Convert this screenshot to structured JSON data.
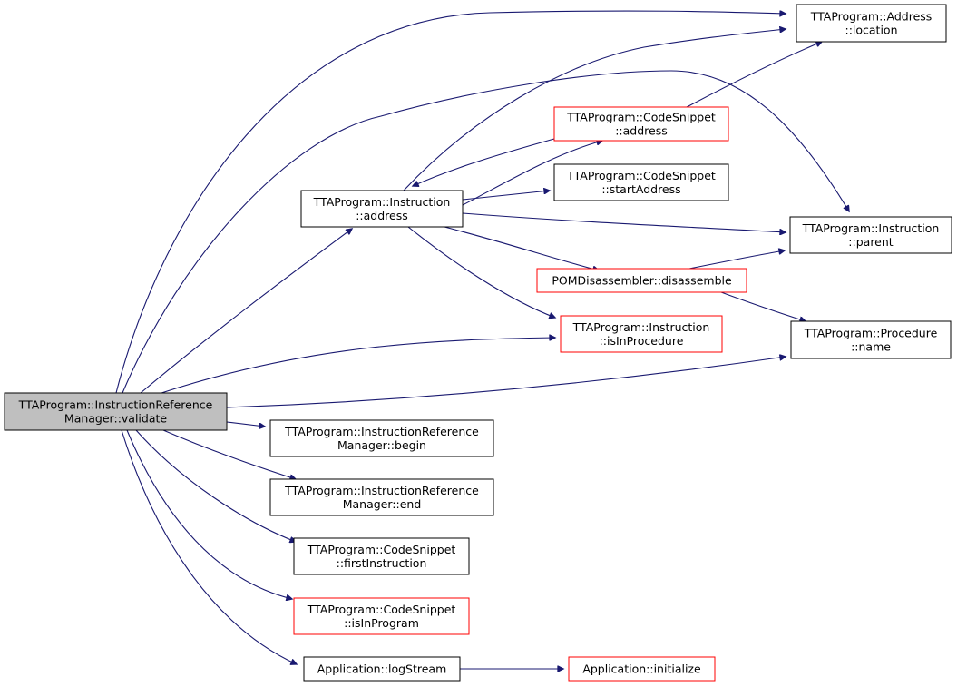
{
  "nodes": [
    {
      "id": "validate",
      "lines": [
        "TTAProgram::InstructionReference",
        "Manager::validate"
      ],
      "style": "gray"
    },
    {
      "id": "addr_location",
      "lines": [
        "TTAProgram::Address",
        "::location"
      ],
      "style": "black"
    },
    {
      "id": "cs_address",
      "lines": [
        "TTAProgram::CodeSnippet",
        "::address"
      ],
      "style": "red"
    },
    {
      "id": "cs_startaddress",
      "lines": [
        "TTAProgram::CodeSnippet",
        "::startAddress"
      ],
      "style": "black"
    },
    {
      "id": "instr_address",
      "lines": [
        "TTAProgram::Instruction",
        "::address"
      ],
      "style": "black"
    },
    {
      "id": "instr_parent",
      "lines": [
        "TTAProgram::Instruction",
        "::parent"
      ],
      "style": "black"
    },
    {
      "id": "pom_disassemble",
      "lines": [
        "POMDisassembler::disassemble"
      ],
      "style": "red"
    },
    {
      "id": "instr_isinprocedure",
      "lines": [
        "TTAProgram::Instruction",
        "::isInProcedure"
      ],
      "style": "red"
    },
    {
      "id": "proc_name",
      "lines": [
        "TTAProgram::Procedure",
        "::name"
      ],
      "style": "black"
    },
    {
      "id": "irm_begin",
      "lines": [
        "TTAProgram::InstructionReference",
        "Manager::begin"
      ],
      "style": "black"
    },
    {
      "id": "irm_end",
      "lines": [
        "TTAProgram::InstructionReference",
        "Manager::end"
      ],
      "style": "black"
    },
    {
      "id": "cs_firstinstruction",
      "lines": [
        "TTAProgram::CodeSnippet",
        "::firstInstruction"
      ],
      "style": "black"
    },
    {
      "id": "cs_isinprogram",
      "lines": [
        "TTAProgram::CodeSnippet",
        "::isInProgram"
      ],
      "style": "red"
    },
    {
      "id": "app_logstream",
      "lines": [
        "Application::logStream"
      ],
      "style": "black"
    },
    {
      "id": "app_initialize",
      "lines": [
        "Application::initialize"
      ],
      "style": "red"
    }
  ],
  "edges": [
    {
      "from": "validate",
      "to": "addr_location"
    },
    {
      "from": "validate",
      "to": "instr_parent"
    },
    {
      "from": "validate",
      "to": "instr_address"
    },
    {
      "from": "validate",
      "to": "instr_isinprocedure"
    },
    {
      "from": "validate",
      "to": "proc_name"
    },
    {
      "from": "validate",
      "to": "irm_begin"
    },
    {
      "from": "validate",
      "to": "irm_end"
    },
    {
      "from": "validate",
      "to": "cs_firstinstruction"
    },
    {
      "from": "validate",
      "to": "cs_isinprogram"
    },
    {
      "from": "validate",
      "to": "app_logstream"
    },
    {
      "from": "instr_address",
      "to": "addr_location"
    },
    {
      "from": "instr_address",
      "to": "cs_address"
    },
    {
      "from": "instr_address",
      "to": "cs_startaddress"
    },
    {
      "from": "instr_address",
      "to": "instr_parent"
    },
    {
      "from": "instr_address",
      "to": "pom_disassemble"
    },
    {
      "from": "instr_address",
      "to": "instr_isinprocedure"
    },
    {
      "from": "cs_address",
      "to": "addr_location"
    },
    {
      "from": "cs_address",
      "to": "instr_address"
    },
    {
      "from": "pom_disassemble",
      "to": "instr_parent"
    },
    {
      "from": "pom_disassemble",
      "to": "proc_name"
    },
    {
      "from": "app_logstream",
      "to": "app_initialize"
    }
  ],
  "colors": {
    "edge": "#191970",
    "border_default": "#000000",
    "border_red": "#ff0000",
    "root_fill": "#bfbfbf",
    "node_fill": "#ffffff"
  }
}
